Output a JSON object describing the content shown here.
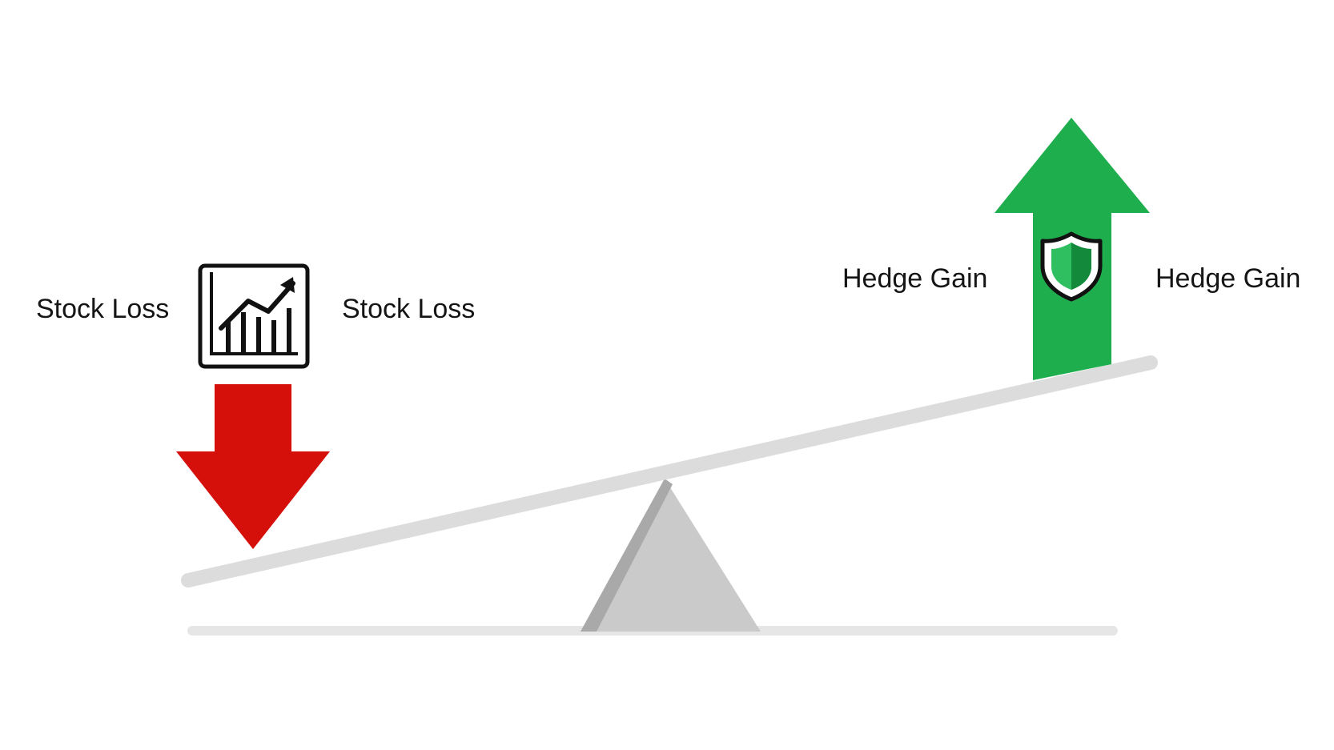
{
  "labels": {
    "stock_left": "Stock Loss",
    "stock_right": "Stock Loss",
    "hedge_left": "Hedge Gain",
    "hedge_right": "Hedge Gain"
  },
  "icons": {
    "stock_chart": "rising-stock-chart-icon",
    "shield": "shield-icon"
  },
  "colors": {
    "loss_arrow": "#d50f0a",
    "gain_arrow": "#1fae4e",
    "seesaw_beam": "#dcdcdc",
    "fulcrum": "#cacaca",
    "fulcrum_shadow": "#a9a9a9",
    "ground": "#e6e6e6",
    "icon_stroke": "#111111",
    "shield_fill_light": "#2fbf60",
    "shield_fill_dark": "#138a3b"
  }
}
